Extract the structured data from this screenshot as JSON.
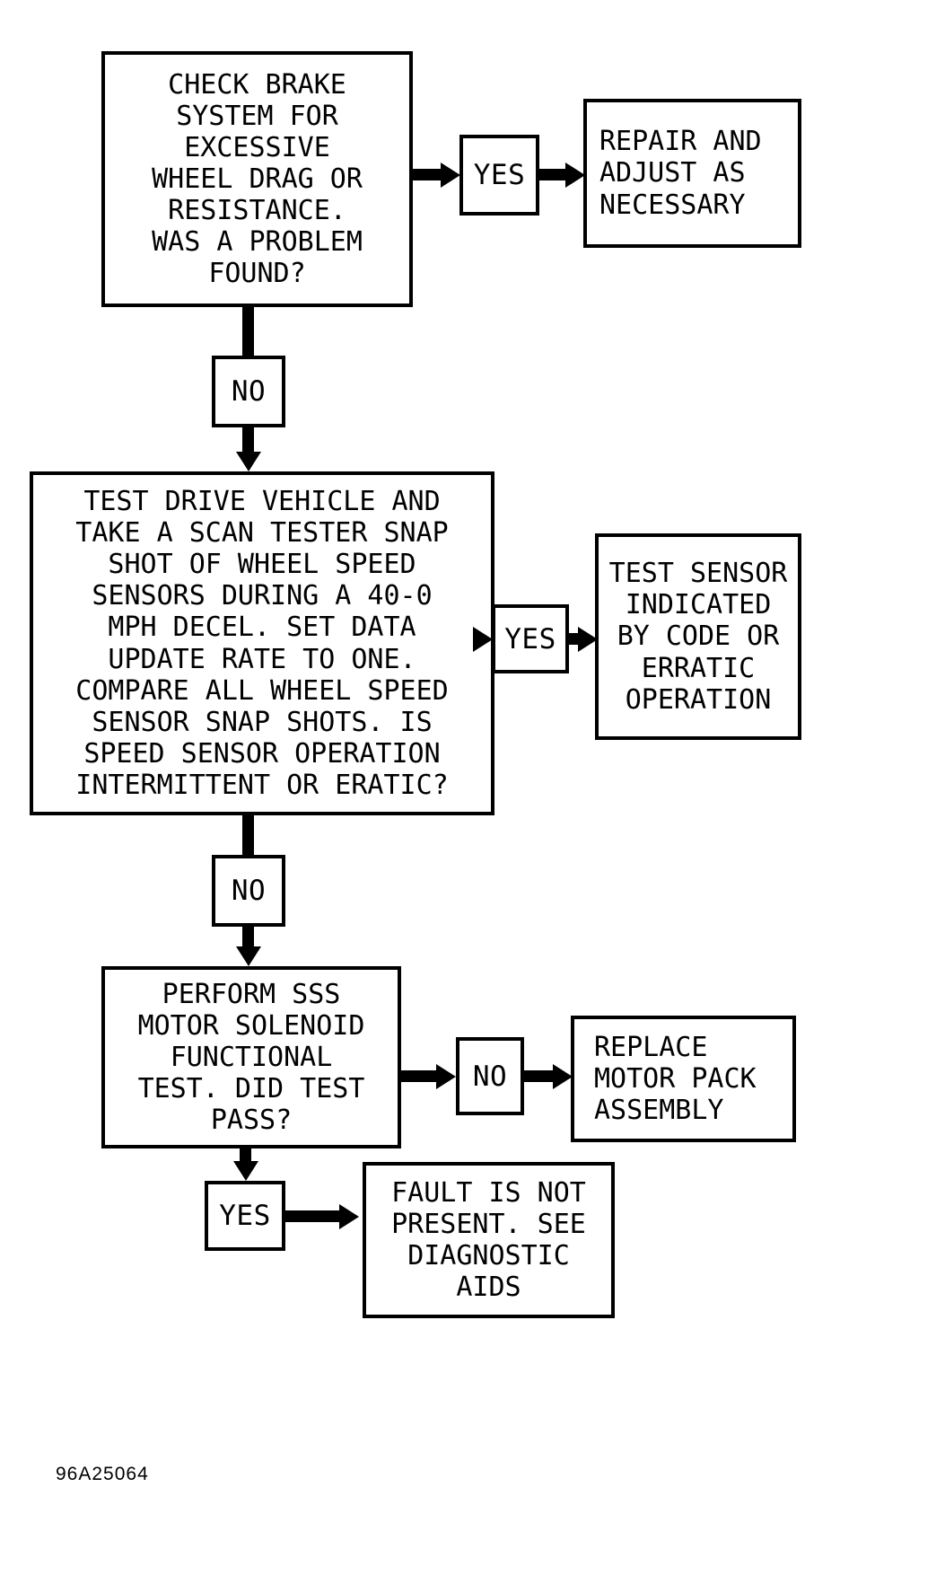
{
  "diagram": {
    "type": "flowchart",
    "caption": "96A25064",
    "nodes": {
      "check_brake": {
        "id": "check-brake-box",
        "text": "CHECK BRAKE\nSYSTEM FOR\nEXCESSIVE\nWHEEL DRAG OR\nRESISTANCE.\nWAS A PROBLEM\nFOUND?"
      },
      "repair_adjust": {
        "id": "repair-adjust-box",
        "text": "REPAIR AND\nADJUST AS\nNECESSARY"
      },
      "test_drive": {
        "id": "test-drive-box",
        "text": "TEST DRIVE VEHICLE AND\nTAKE A SCAN TESTER SNAP\nSHOT OF WHEEL SPEED\nSENSORS DURING A 40-0\nMPH DECEL. SET DATA\nUPDATE RATE TO ONE.\nCOMPARE ALL WHEEL SPEED\nSENSOR SNAP SHOTS. IS\nSPEED SENSOR OPERATION\nINTERMITTENT OR ERATIC?"
      },
      "test_sensor": {
        "id": "test-sensor-box",
        "text": "TEST SENSOR\nINDICATED\nBY CODE OR\nERRATIC\nOPERATION"
      },
      "perform_sss": {
        "id": "perform-sss-box",
        "text": "PERFORM SSS\nMOTOR SOLENOID\nFUNCTIONAL\nTEST. DID TEST\nPASS?"
      },
      "replace_motor": {
        "id": "replace-motor-box",
        "text": "REPLACE\nMOTOR PACK\nASSEMBLY"
      },
      "fault_not_present": {
        "id": "fault-not-present-box",
        "text": "FAULT IS NOT\nPRESENT. SEE\nDIAGNOSTIC\nAIDS"
      }
    },
    "decision_labels": {
      "yes_1": "YES",
      "no_1": "NO",
      "yes_2": "YES",
      "no_2": "NO",
      "no_3": "NO",
      "yes_3": "YES"
    },
    "edges": [
      {
        "from": "check_brake",
        "label": "YES",
        "to": "repair_adjust",
        "direction": "right"
      },
      {
        "from": "check_brake",
        "label": "NO",
        "to": "test_drive",
        "direction": "down"
      },
      {
        "from": "test_drive",
        "label": "YES",
        "to": "test_sensor",
        "direction": "right"
      },
      {
        "from": "test_drive",
        "label": "NO",
        "to": "perform_sss",
        "direction": "down"
      },
      {
        "from": "perform_sss",
        "label": "NO",
        "to": "replace_motor",
        "direction": "right"
      },
      {
        "from": "perform_sss",
        "label": "YES",
        "to": "fault_not_present",
        "direction": "down-right"
      }
    ],
    "colors": {
      "stroke": "#000000",
      "background": "#ffffff"
    }
  }
}
